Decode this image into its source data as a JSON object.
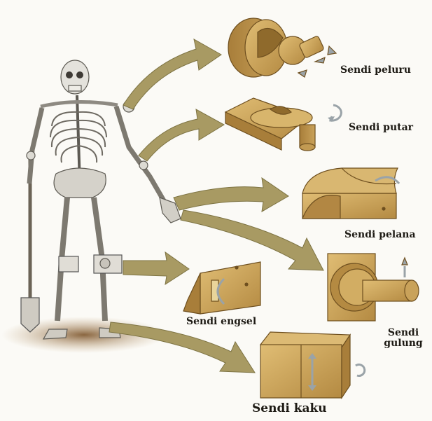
{
  "labels": {
    "peluru": "Sendi peluru",
    "putar": "Sendi putar",
    "pelana": "Sendi pelana",
    "engsel": "Sendi engsel",
    "gulung_line1": "Sendi",
    "gulung_line2": "gulung",
    "kaku": "Sendi kaku"
  },
  "colors": {
    "wood": "#c9a25a",
    "wood_dark": "#8f6a2c",
    "arrow": "#a89a63",
    "bone": "#d8d6cf",
    "bone_dark": "#6e6a62",
    "ground": "#a6865c"
  }
}
